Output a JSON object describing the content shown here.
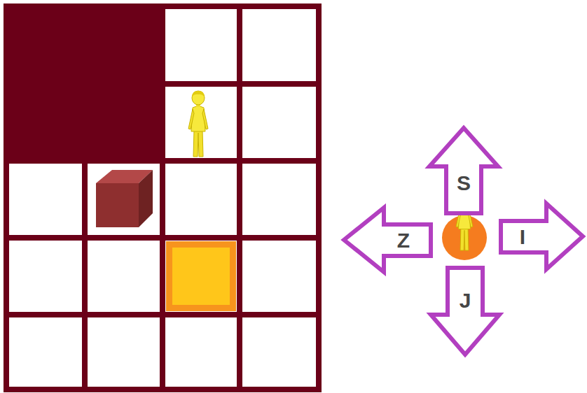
{
  "diagram": {
    "nodes": [
      {
        "text": [
          "S"
        ]
      },
      {
        "text": [
          "Z"
        ]
      },
      {
        "text": [
          "I"
        ]
      },
      {
        "text": [
          "J"
        ]
      }
    ]
  }
}
